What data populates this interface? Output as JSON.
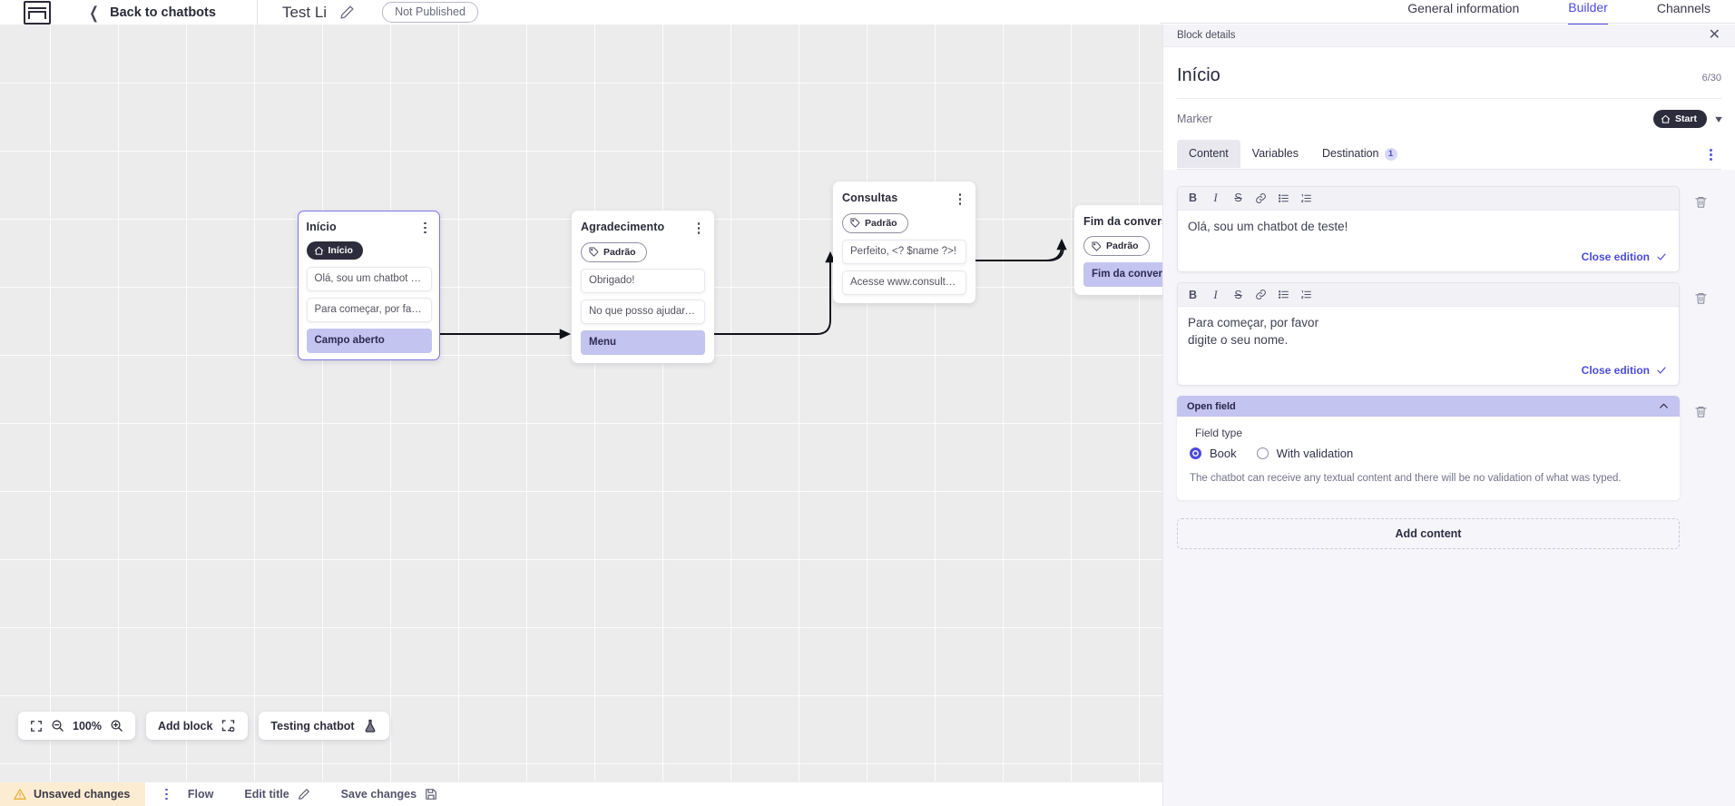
{
  "topbar": {
    "logo_name": "app-logo",
    "back_label": "Back to chatbots",
    "bot_title": "Test Li",
    "publish_status": "Not Published",
    "nav_tabs": [
      {
        "label": "General information",
        "active": false
      },
      {
        "label": "Builder",
        "active": true
      },
      {
        "label": "Channels",
        "active": false
      }
    ]
  },
  "canvas": {
    "zoom_level": "100%",
    "add_block_label": "Add block",
    "testing_label": "Testing chatbot",
    "nodes": [
      {
        "title": "Início",
        "chip": "Início",
        "chip_style": "dark",
        "chip_icon": "home-icon",
        "selected": true,
        "messages": [
          {
            "text": "Olá, sou um chatbot de teste!",
            "highlight": false
          },
          {
            "text": "Para começar, por favor digite o ...",
            "highlight": false
          },
          {
            "text": "Campo aberto",
            "highlight": true
          }
        ]
      },
      {
        "title": "Agradecimento",
        "chip": "Padrão",
        "chip_style": "outline",
        "chip_icon": "tag-icon",
        "selected": false,
        "messages": [
          {
            "text": "Obrigado!",
            "highlight": false
          },
          {
            "text": "No que posso ajudar, <? $name ...",
            "highlight": false
          },
          {
            "text": "Menu",
            "highlight": true
          }
        ]
      },
      {
        "title": "Consultas",
        "chip": "Padrão",
        "chip_style": "outline",
        "chip_icon": "tag-icon",
        "selected": false,
        "messages": [
          {
            "text": "Perfeito, <? $name ?>!",
            "highlight": false
          },
          {
            "text": "Acesse www.consultas.com par...",
            "highlight": false
          }
        ]
      },
      {
        "title": "Fim da conversa",
        "chip": "Padrão",
        "chip_style": "outline",
        "chip_icon": "tag-icon",
        "selected": false,
        "messages": [
          {
            "text": "Fim da conversa",
            "highlight": true
          }
        ]
      }
    ]
  },
  "statusbar": {
    "unsaved_label": "Unsaved changes",
    "flow_label": "Flow",
    "edit_title_label": "Edit title",
    "save_label": "Save changes"
  },
  "panel": {
    "header_label": "Block details",
    "block_title": "Início",
    "char_count": "6/30",
    "marker_label": "Marker",
    "marker_value": "Start",
    "tabs": [
      {
        "label": "Content",
        "active": true,
        "badge": ""
      },
      {
        "label": "Variables",
        "active": false,
        "badge": ""
      },
      {
        "label": "Destination",
        "active": false,
        "badge": "1"
      }
    ],
    "editor_tools": [
      "B",
      "I",
      "S",
      "link-icon",
      "bullet-list-icon",
      "numbered-list-icon"
    ],
    "editors": [
      {
        "text": "Olá, sou um chatbot de teste!",
        "close_label": "Close edition"
      },
      {
        "text": "Para começar, por favor digite o seu nome.",
        "close_label": "Close edition"
      }
    ],
    "open_field": {
      "title": "Open field",
      "field_type_label": "Field type",
      "options": [
        {
          "label": "Book",
          "selected": true
        },
        {
          "label": "With validation",
          "selected": false
        }
      ],
      "description": "The chatbot can receive any textual content and there will be no validation of what was typed."
    },
    "add_content_label": "Add content"
  },
  "colors": {
    "accent": "#4b4bd9",
    "highlight": "#c3c4f0",
    "warning_bg": "#fcecd2",
    "canvas_bg": "#ececed"
  }
}
